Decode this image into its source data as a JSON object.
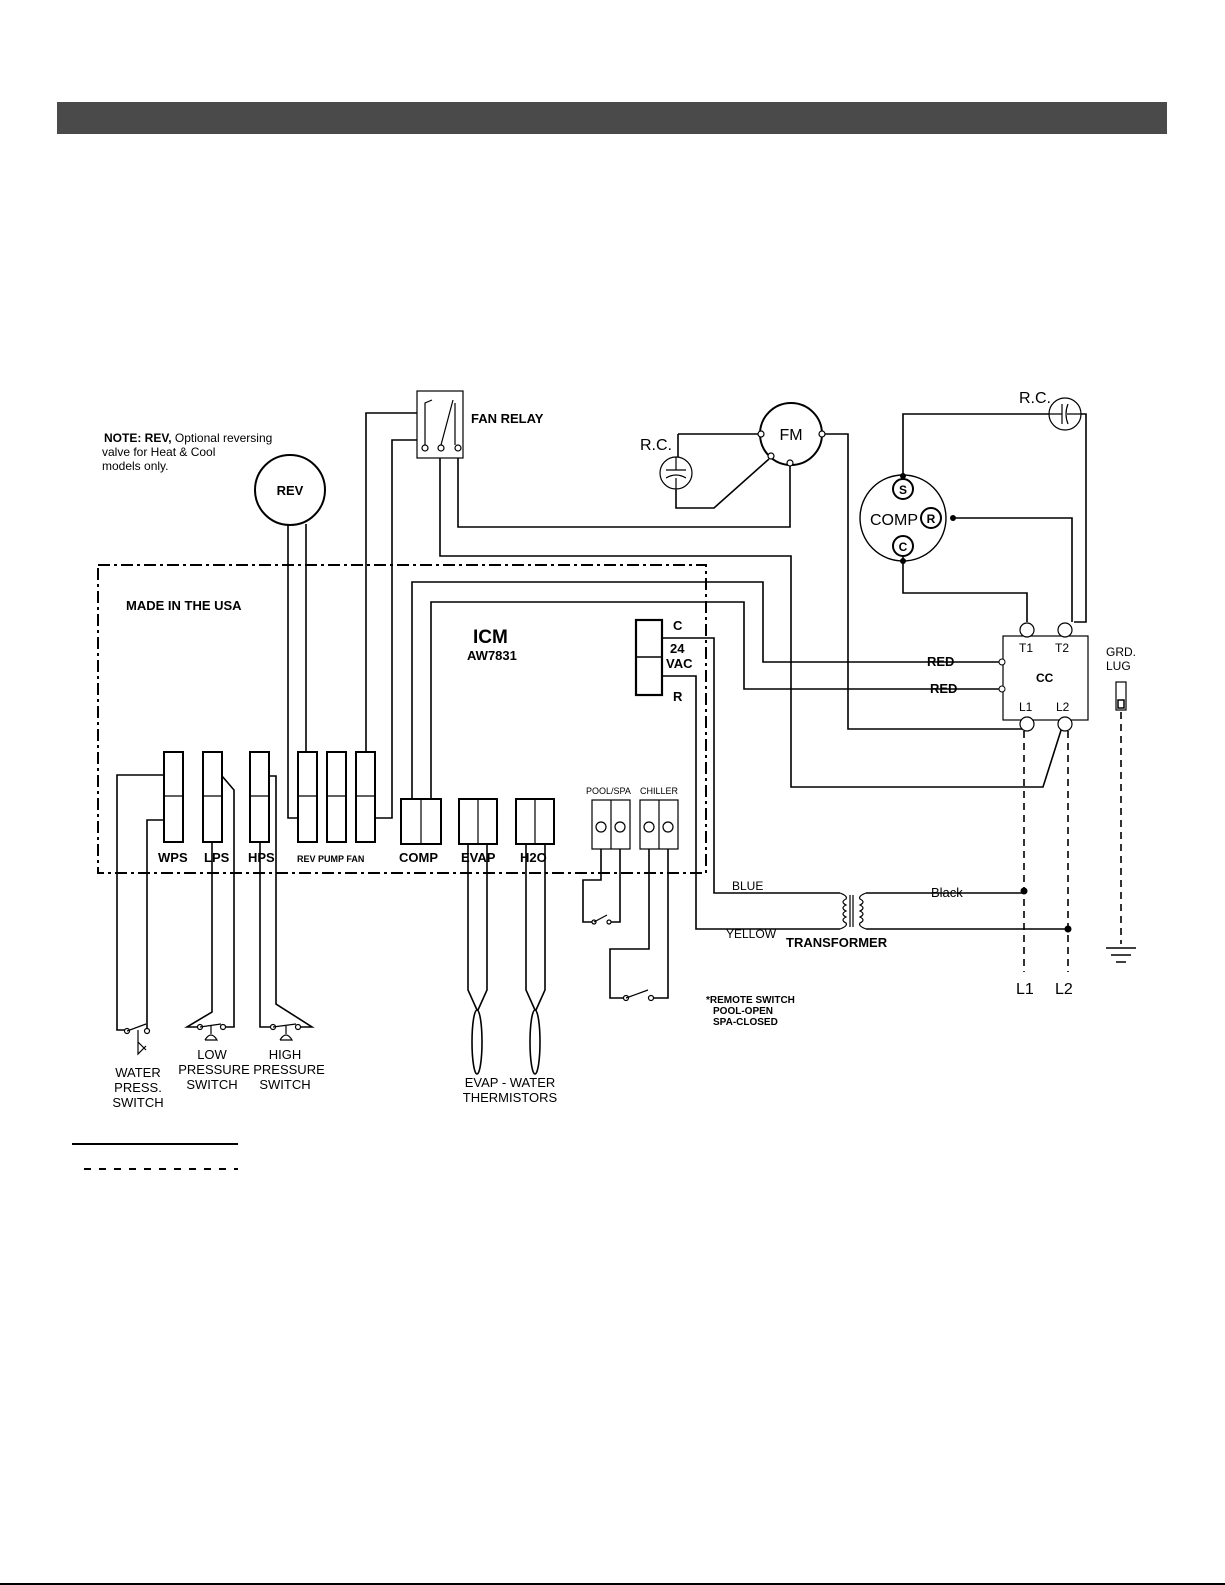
{
  "note": {
    "bold": "NOTE: REV,",
    "line1": "Optional reversing",
    "line2": "valve for Heat & Cool",
    "line3": "models only."
  },
  "labels": {
    "fan_relay": "FAN RELAY",
    "rev": "REV",
    "fm": "FM",
    "rc": "R.C.",
    "comp": "COMP",
    "s": "S",
    "r": "R",
    "c": "C",
    "made_in_usa": "MADE IN THE USA",
    "icm": "ICM",
    "icm_model": "AW7831",
    "term_c": "C",
    "term_24": "24",
    "term_vac": "VAC",
    "term_r": "R",
    "t1": "T1",
    "t2": "T2",
    "cc": "CC",
    "l1": "L1",
    "l2": "L2",
    "grd1": "GRD.",
    "grd2": "LUG",
    "red": "RED",
    "wps": "WPS",
    "lps": "LPS",
    "hps": "HPS",
    "rev_pump_fan": "REV PUMP FAN",
    "comp_conn": "COMP",
    "evap": "EVAP",
    "h2o": "H2O",
    "pool_spa": "POOL/SPA",
    "chiller": "CHILLER",
    "blue": "BLUE",
    "black": "Black",
    "yellow": "YELLOW",
    "transformer": "TRANSFORMER",
    "line_l1": "L1",
    "line_l2": "L2",
    "remote1": "*REMOTE SWITCH",
    "remote2": "POOL-OPEN",
    "remote3": "SPA-CLOSED",
    "wps_sw1": "WATER",
    "wps_sw2": "PRESS.",
    "wps_sw3": "SWITCH",
    "lps_sw1": "LOW",
    "lps_sw2": "PRESSURE",
    "lps_sw3": "SWITCH",
    "hps_sw1": "HIGH",
    "hps_sw2": "PRESSURE",
    "hps_sw3": "SWITCH",
    "therm1": "EVAP - WATER",
    "therm2": "THERMISTORS"
  },
  "colors": {
    "header_bar": "#4a4a4a",
    "line": "#000000"
  }
}
